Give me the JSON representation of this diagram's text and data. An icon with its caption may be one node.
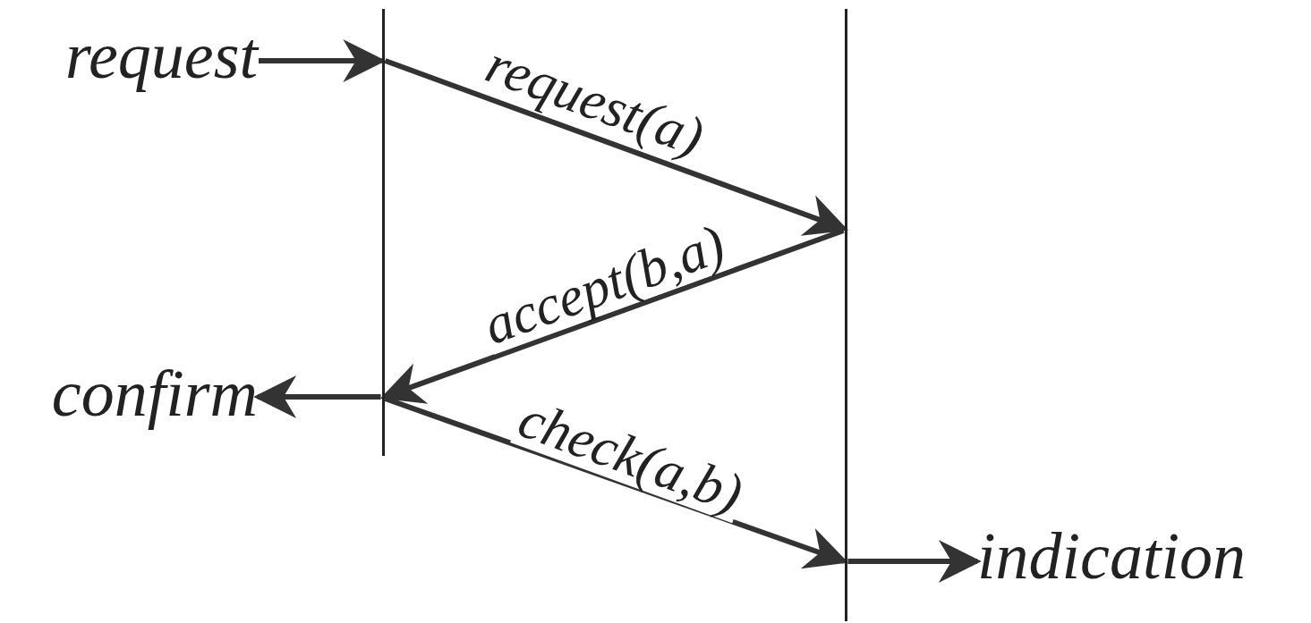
{
  "diagram": {
    "nodes": [
      {
        "text": [
          "request"
        ]
      },
      {
        "text": [],
        "shape": "bar"
      },
      {
        "text": [],
        "shape": "bar"
      },
      {
        "text": [
          "confirm"
        ]
      },
      {
        "text": [
          "indication"
        ]
      }
    ],
    "edges": [
      {
        "from": 0,
        "to": 1,
        "arrow": "to"
      },
      {
        "from": 1,
        "to": 2,
        "arrow": "to",
        "label": "request(a)"
      },
      {
        "from": 2,
        "to": 1,
        "arrow": "to",
        "label": "accept(b,a)"
      },
      {
        "from": 1,
        "to": 3,
        "arrow": "to"
      },
      {
        "from": 1,
        "to": 2,
        "arrow": "to",
        "label": "check(a,b)"
      },
      {
        "from": 2,
        "to": 4,
        "arrow": "to"
      }
    ]
  }
}
